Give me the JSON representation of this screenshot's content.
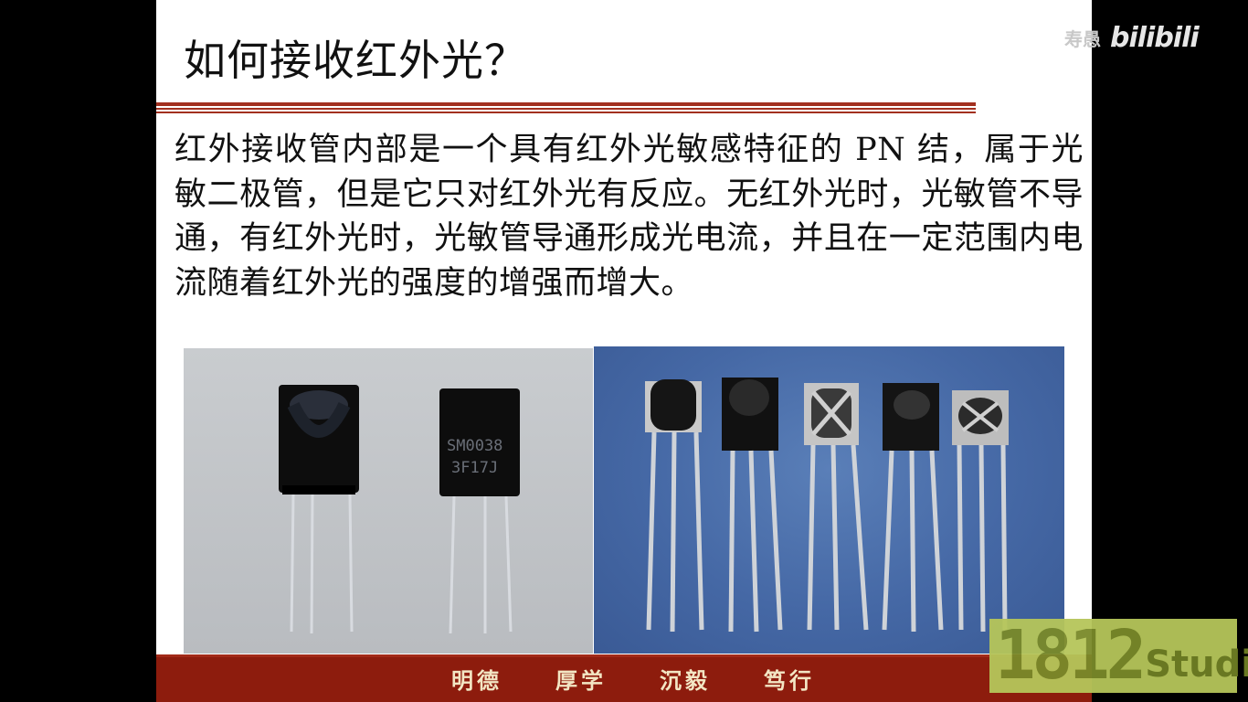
{
  "slide": {
    "title": "如何接收红外光？",
    "body": "红外接收管内部是一个具有红外光敏感特征的 PN 结，属于光敏二极管，但是它只对红外光有反应。无红外光时，光敏管不导通，有红外光时，光敏管导通形成光电流，并且在一定范围内电流随着红外光的强度的增强而增大。",
    "photo_left_label_line1": "SM0038",
    "photo_left_label_line2": "3F17J",
    "footer_motto": [
      "明德",
      "厚学",
      "沉毅",
      "笃行"
    ]
  },
  "watermark": {
    "uploader": "寿愚",
    "platform_logo": "bilibili",
    "studio_number": "1812",
    "studio_text": "Studio"
  },
  "colors": {
    "accent_red": "#8d1c0d",
    "rule_red": "#a2301f",
    "photo_blue": "#4568a5",
    "studio_green": "#b6c65a"
  }
}
